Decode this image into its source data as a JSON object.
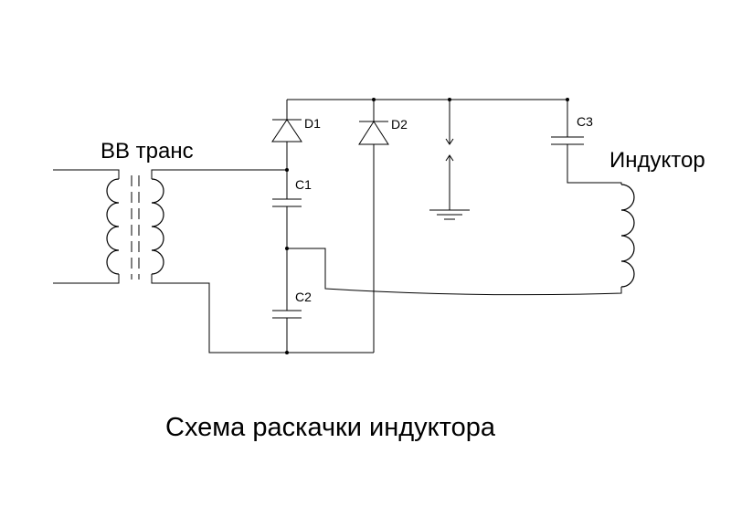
{
  "diagram": {
    "title": "Схема раскачки индуктора",
    "transformer_label": "ВВ транс",
    "inductor_label": "Индуктор",
    "components": {
      "d1": "D1",
      "d2": "D2",
      "c1": "C1",
      "c2": "C2",
      "c3": "C3"
    }
  }
}
